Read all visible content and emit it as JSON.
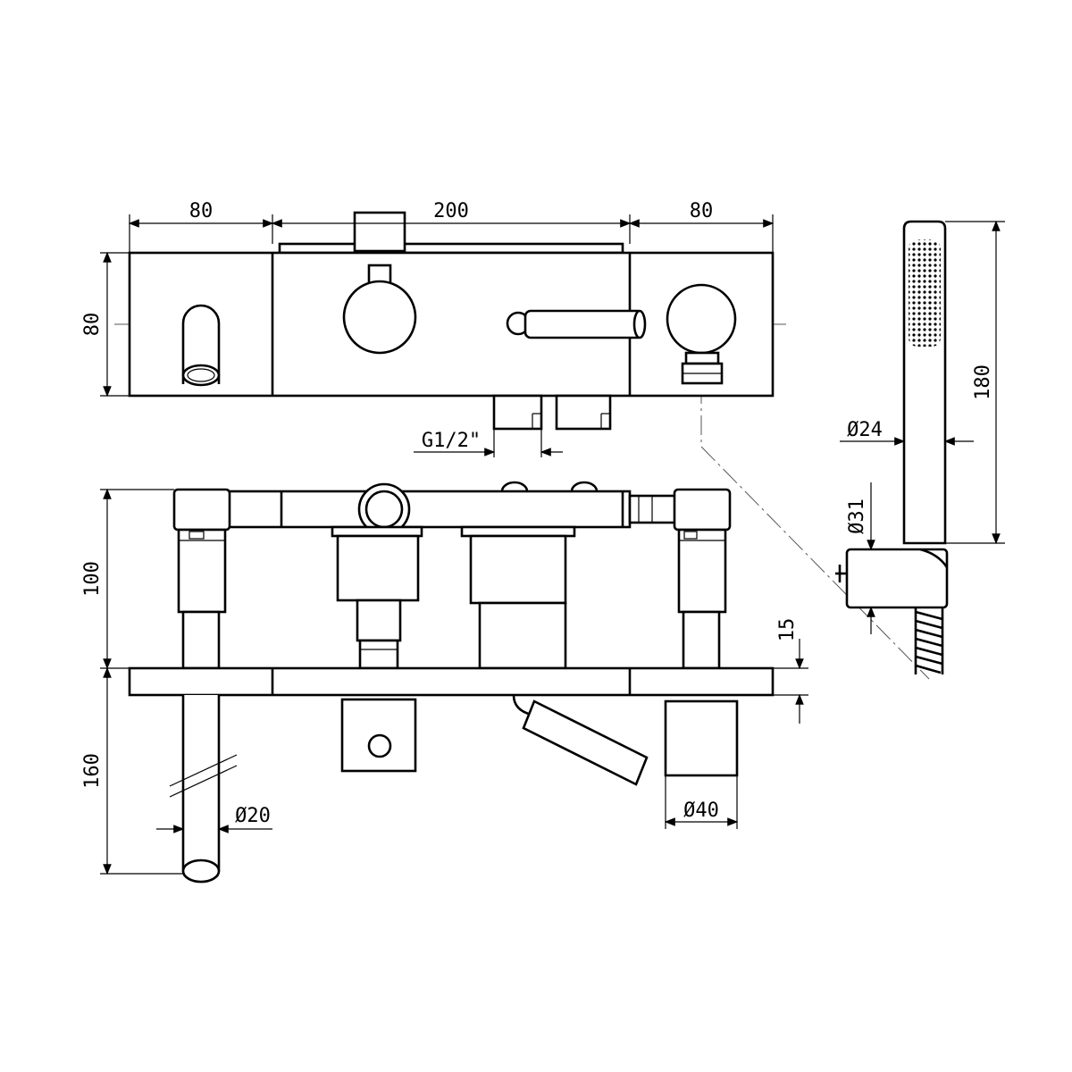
{
  "drawing": {
    "top_view": {
      "width_left": "80",
      "width_center": "200",
      "width_right": "80",
      "height": "80",
      "thread": "G1/2\""
    },
    "hand_shower": {
      "length": "180",
      "diameter_handle": "Ø24",
      "diameter_holder": "Ø31"
    },
    "side_view": {
      "height_upper": "100",
      "plate_thickness": "15",
      "height_lower": "160",
      "spout_diameter": "Ø20",
      "knob_diameter": "Ø40"
    }
  }
}
